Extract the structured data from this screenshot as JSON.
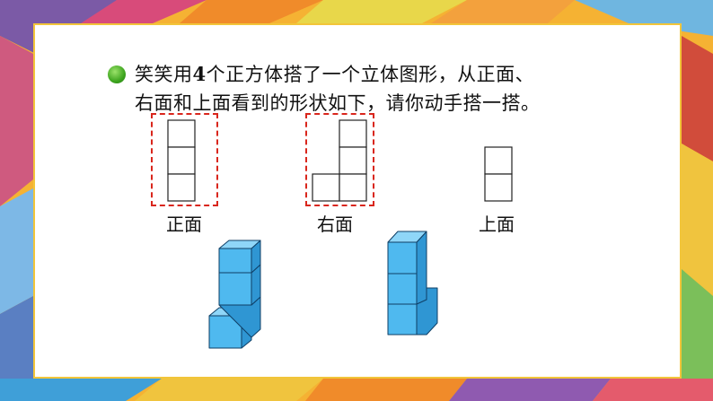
{
  "question": {
    "line1_prefix": "笑笑用",
    "line1_number": "4",
    "line1_suffix": "个正方体搭了一个立体图形，从正面、",
    "line2": "右面和上面看到的形状如下，请你动手搭一搭。"
  },
  "views": {
    "front_label": "正面",
    "right_label": "右面",
    "top_label": "上面"
  },
  "colors": {
    "background": "#f5b233",
    "card_border": "#f2c53a",
    "dashed_border": "#d9261c",
    "cube_front": "#4fb9ef",
    "cube_side": "#2f96d3",
    "cube_top": "#8fd6f8"
  }
}
